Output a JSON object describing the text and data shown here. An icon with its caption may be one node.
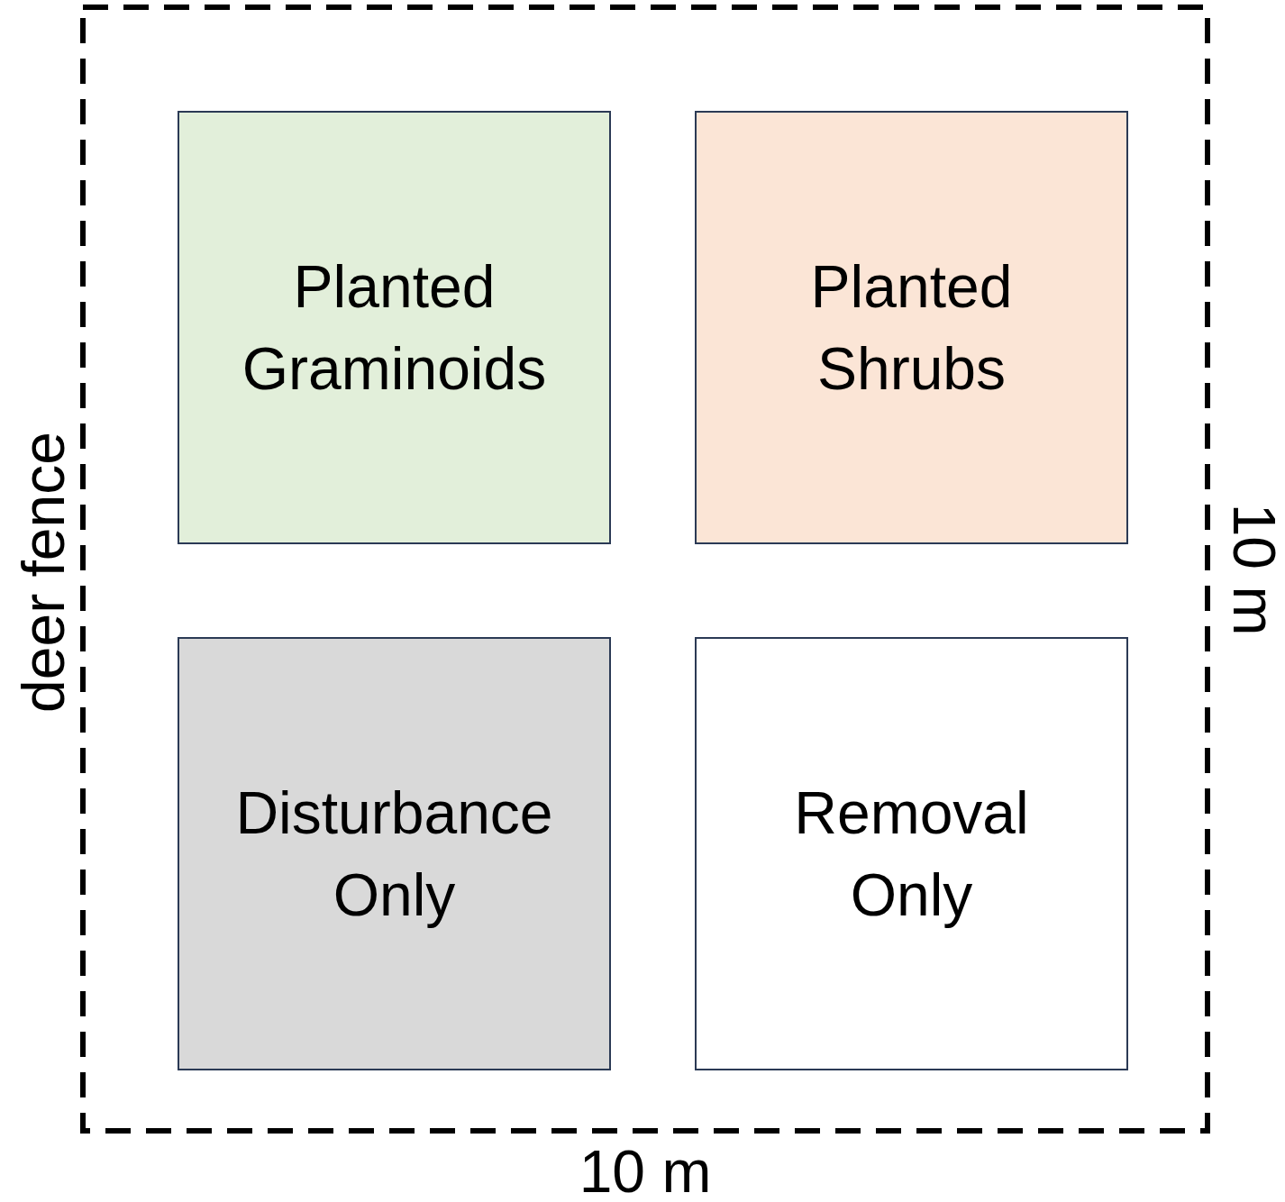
{
  "diagram": {
    "nodes": [
      {
        "text": [
          "deer fence"
        ]
      },
      {
        "text": [
          "Planted Graminoids"
        ],
        "in": 0
      },
      {
        "text": [
          "Planted Shrubs"
        ],
        "in": 0
      },
      {
        "text": [
          "Disturbance Only"
        ],
        "in": 0
      },
      {
        "text": [
          "Removal Only"
        ],
        "in": 0
      }
    ],
    "labels": [
      "10 m",
      "10 m"
    ]
  }
}
